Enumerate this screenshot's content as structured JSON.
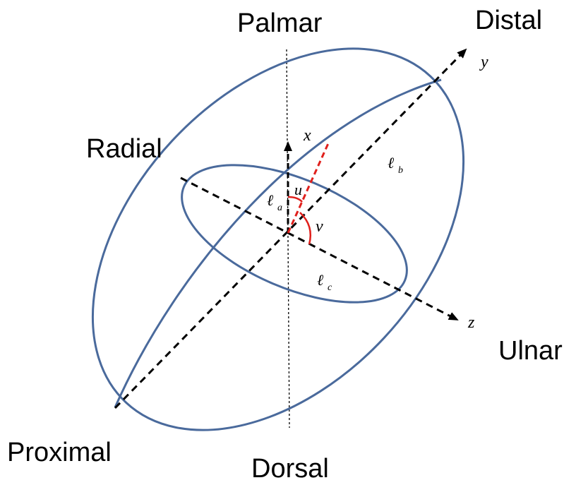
{
  "labels": {
    "palmar": "Palmar",
    "distal": "Distal",
    "radial": "Radial",
    "ulnar": "Ulnar",
    "proximal": "Proximal",
    "dorsal": "Dorsal"
  },
  "axes": {
    "x": "x",
    "y": "y",
    "z": "z"
  },
  "symbols": {
    "ell": "ℓ",
    "a": "a",
    "b": "b",
    "c": "c",
    "u": "u",
    "v": "v"
  },
  "colors": {
    "ellipse": "#4a6a9c",
    "axes": "#000000",
    "accent": "#e0201c"
  }
}
